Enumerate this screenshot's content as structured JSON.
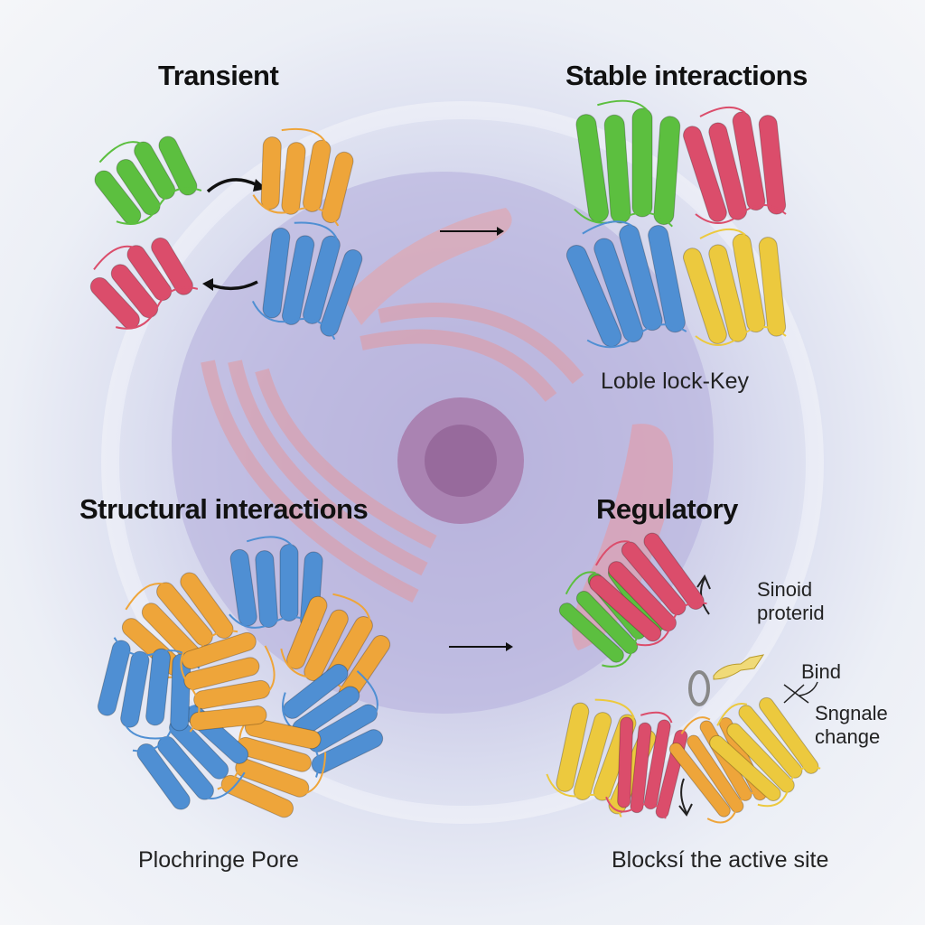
{
  "panels": {
    "transient": {
      "title": "Transient"
    },
    "stable": {
      "title": "Stable interactions",
      "caption": "Loble lock-Key"
    },
    "structural": {
      "title": "Structural interactions",
      "caption": "Plochringe Pore"
    },
    "regulatory": {
      "title": "Regulatory",
      "caption": "Blocksí the active site",
      "label_ligand": "Sinoid proterid",
      "label_bind": "Bind",
      "label_signal": "Sngnale change"
    }
  },
  "colors": {
    "green": "#5cbf3f",
    "orange": "#eea53a",
    "red": "#db4d6b",
    "blue": "#4f8fd3",
    "yellow": "#ecc93e"
  }
}
